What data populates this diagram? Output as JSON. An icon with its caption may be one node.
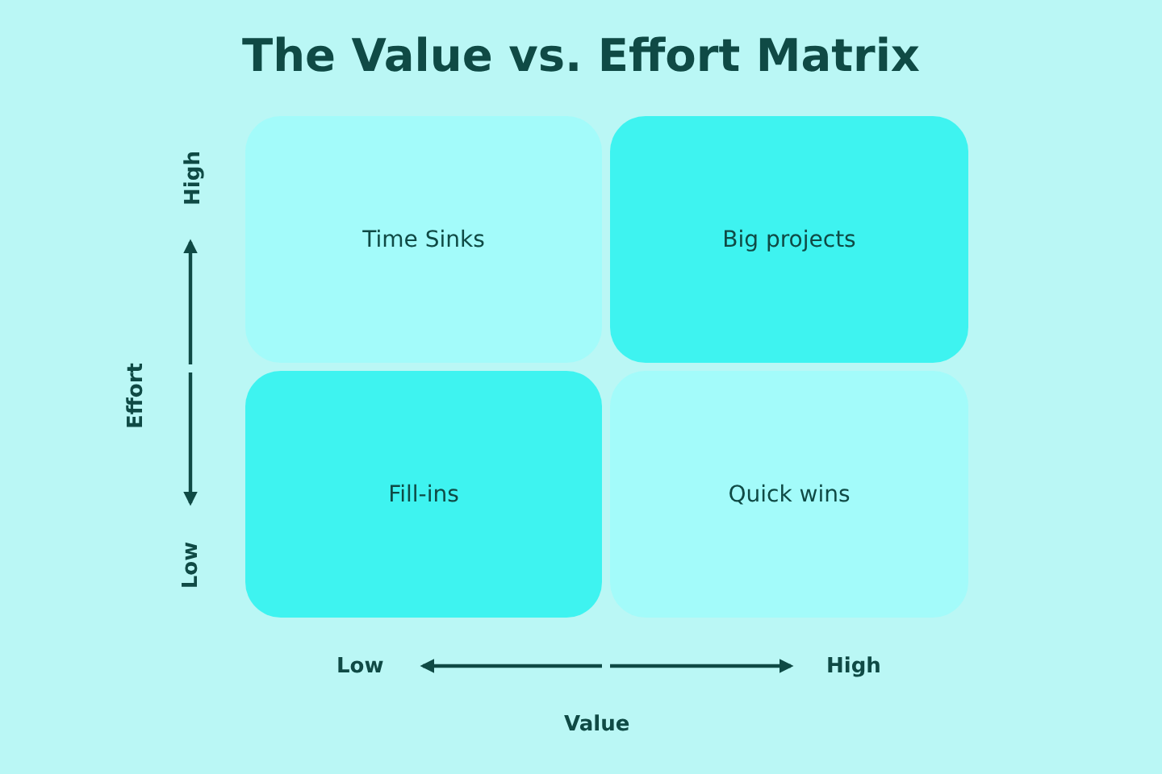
{
  "diagram": {
    "title": "The Value vs. Effort Matrix",
    "nodes": [
      {
        "text": [
          "Time Sinks"
        ]
      },
      {
        "text": [
          "Big projects"
        ]
      },
      {
        "text": [
          "Fill-ins"
        ]
      },
      {
        "text": [
          "Quick wins"
        ]
      }
    ],
    "edges": [],
    "labels": [
      "High",
      "Effort",
      "Low",
      "Low",
      "High",
      "Value"
    ]
  }
}
